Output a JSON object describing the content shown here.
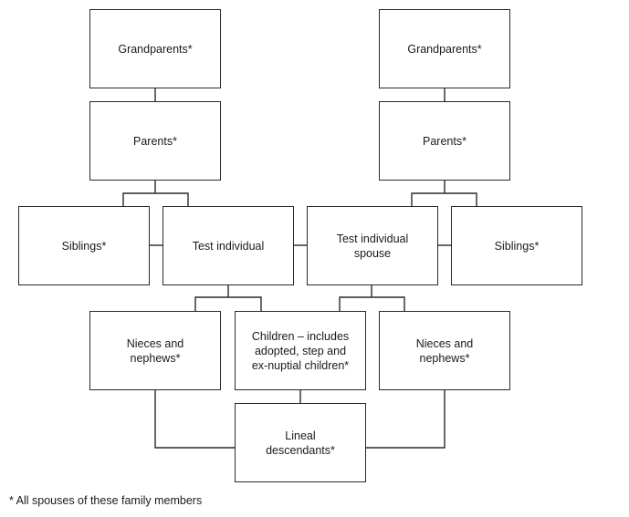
{
  "nodes": {
    "grandparents_left": "Grandparents*",
    "grandparents_right": "Grandparents*",
    "parents_left": "Parents*",
    "parents_right": "Parents*",
    "siblings_left": "Siblings*",
    "test_individual": "Test individual",
    "test_individual_spouse": "Test individual\nspouse",
    "siblings_right": "Siblings*",
    "nieces_nephews_left": "Nieces and\nnephews*",
    "children": "Children – includes\nadopted, step and\nex-nuptial children*",
    "nieces_nephews_right": "Nieces and\nnephews*",
    "lineal_descendants": "Lineal\ndescendants*"
  },
  "footnote": "* All spouses of these family members"
}
